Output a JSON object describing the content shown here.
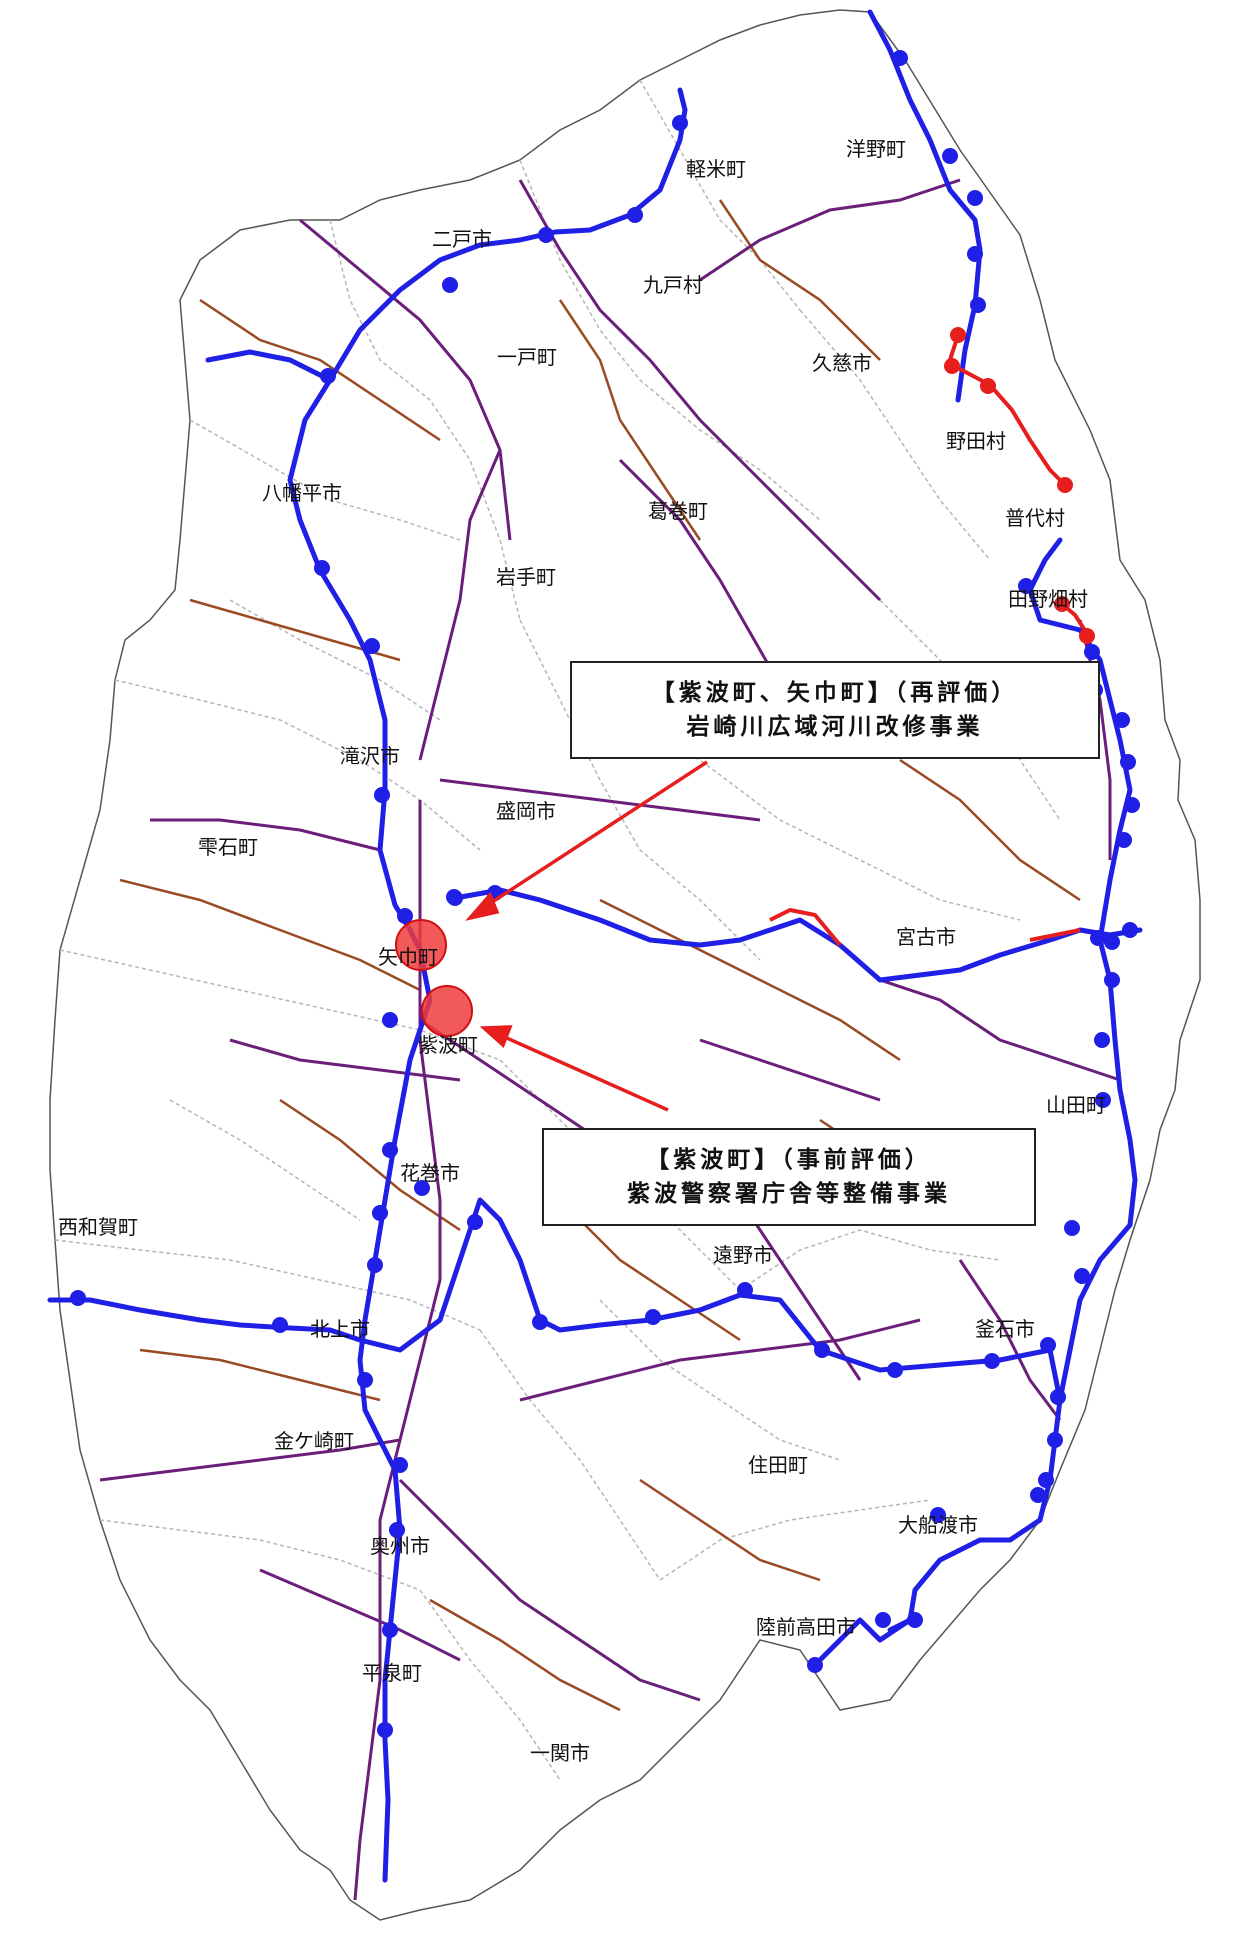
{
  "colors": {
    "expressway": "#1f1fe6",
    "expressway_planned": "#e61e1e",
    "national_route": "#6b1e7a",
    "prefectural_route": "#9a4a22",
    "municipal_boundary": "#b0b0b0",
    "marker": "#f03c3c"
  },
  "municipalities": [
    {
      "id": "yono",
      "name": "洋野町"
    },
    {
      "id": "karumai",
      "name": "軽米町"
    },
    {
      "id": "ninohe",
      "name": "二戸市"
    },
    {
      "id": "kunohe",
      "name": "九戸村"
    },
    {
      "id": "ichinohe",
      "name": "一戸町"
    },
    {
      "id": "kuji",
      "name": "久慈市"
    },
    {
      "id": "noda",
      "name": "野田村"
    },
    {
      "id": "hachimantai",
      "name": "八幡平市"
    },
    {
      "id": "kuzumaki",
      "name": "葛巻町"
    },
    {
      "id": "fudai",
      "name": "普代村"
    },
    {
      "id": "iwate",
      "name": "岩手町"
    },
    {
      "id": "tanohata",
      "name": "田野畑村"
    },
    {
      "id": "takizawa",
      "name": "滝沢市"
    },
    {
      "id": "morioka",
      "name": "盛岡市"
    },
    {
      "id": "shizukuishi",
      "name": "雫石町"
    },
    {
      "id": "yahaba",
      "name": "矢巾町"
    },
    {
      "id": "miyako",
      "name": "宮古市"
    },
    {
      "id": "shiwa",
      "name": "紫波町"
    },
    {
      "id": "yamada",
      "name": "山田町"
    },
    {
      "id": "hanamaki",
      "name": "花巻市"
    },
    {
      "id": "nishiwaga",
      "name": "西和賀町"
    },
    {
      "id": "tono",
      "name": "遠野市"
    },
    {
      "id": "kitakami",
      "name": "北上市"
    },
    {
      "id": "kamaishi",
      "name": "釜石市"
    },
    {
      "id": "kanegasaki",
      "name": "金ケ崎町"
    },
    {
      "id": "sumita",
      "name": "住田町"
    },
    {
      "id": "ofunato",
      "name": "大船渡市"
    },
    {
      "id": "oshu",
      "name": "奥州市"
    },
    {
      "id": "rikuzentakata",
      "name": "陸前高田市"
    },
    {
      "id": "hiraizumi",
      "name": "平泉町"
    },
    {
      "id": "ichinoseki",
      "name": "一関市"
    }
  ],
  "callouts": [
    {
      "id": "reevaluation",
      "line1": "【紫波町、矢巾町】（再評価）",
      "line2": "岩崎川広域河川改修事業"
    },
    {
      "id": "preevaluation",
      "line1": "【紫波町】（事前評価）",
      "line2": "紫波警察署庁舎等整備事業"
    }
  ]
}
